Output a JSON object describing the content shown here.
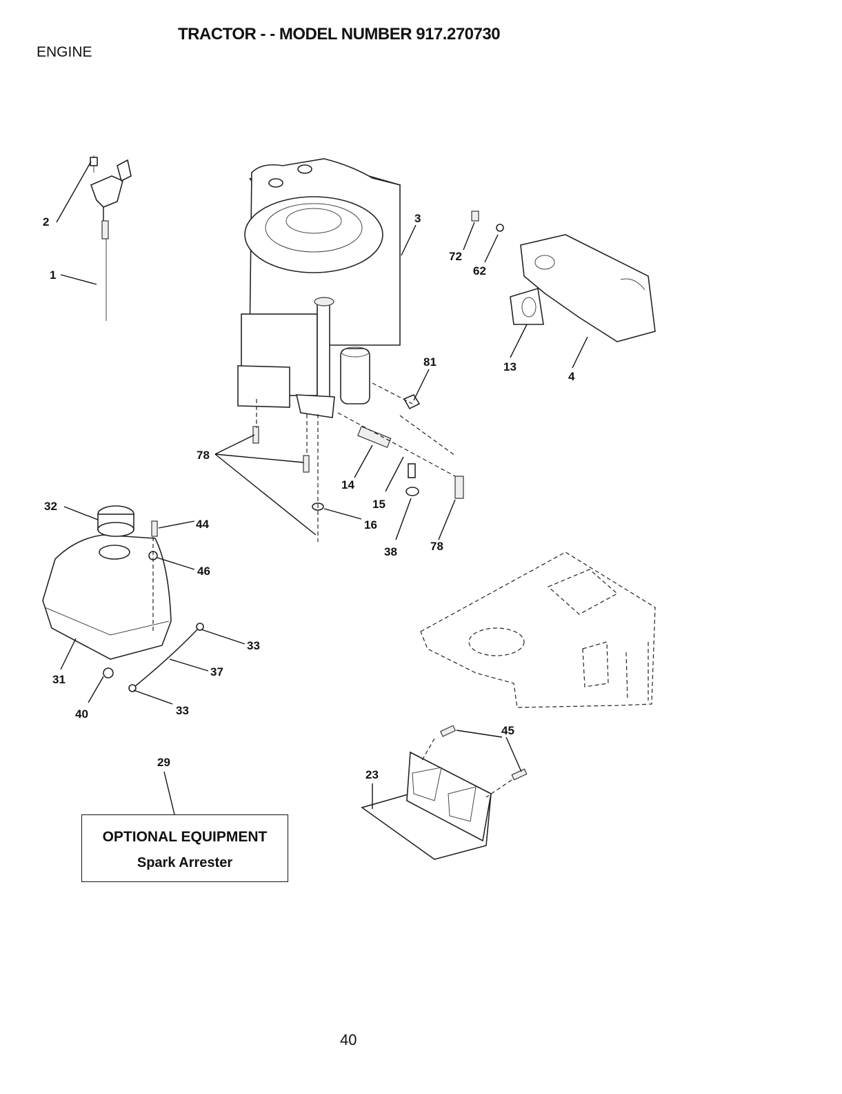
{
  "header": {
    "title": "TRACTOR - - MODEL NUMBER 917.270730",
    "section": "ENGINE"
  },
  "callouts": [
    {
      "id": "c2",
      "label": "2"
    },
    {
      "id": "c1",
      "label": "1"
    },
    {
      "id": "c3",
      "label": "3"
    },
    {
      "id": "c72",
      "label": "72"
    },
    {
      "id": "c62",
      "label": "62"
    },
    {
      "id": "c13",
      "label": "13"
    },
    {
      "id": "c4",
      "label": "4"
    },
    {
      "id": "c81",
      "label": "81"
    },
    {
      "id": "c78a",
      "label": "78"
    },
    {
      "id": "c14",
      "label": "14"
    },
    {
      "id": "c15",
      "label": "15"
    },
    {
      "id": "c16",
      "label": "16"
    },
    {
      "id": "c38",
      "label": "38"
    },
    {
      "id": "c78b",
      "label": "78"
    },
    {
      "id": "c32",
      "label": "32"
    },
    {
      "id": "c44",
      "label": "44"
    },
    {
      "id": "c46",
      "label": "46"
    },
    {
      "id": "c33a",
      "label": "33"
    },
    {
      "id": "c37",
      "label": "37"
    },
    {
      "id": "c31",
      "label": "31"
    },
    {
      "id": "c40",
      "label": "40"
    },
    {
      "id": "c33b",
      "label": "33"
    },
    {
      "id": "c29",
      "label": "29"
    },
    {
      "id": "c45",
      "label": "45"
    },
    {
      "id": "c23",
      "label": "23"
    }
  ],
  "optional_box": {
    "line1": "OPTIONAL EQUIPMENT",
    "line2": "Spark Arrester"
  },
  "footer": {
    "page_number": "40"
  }
}
